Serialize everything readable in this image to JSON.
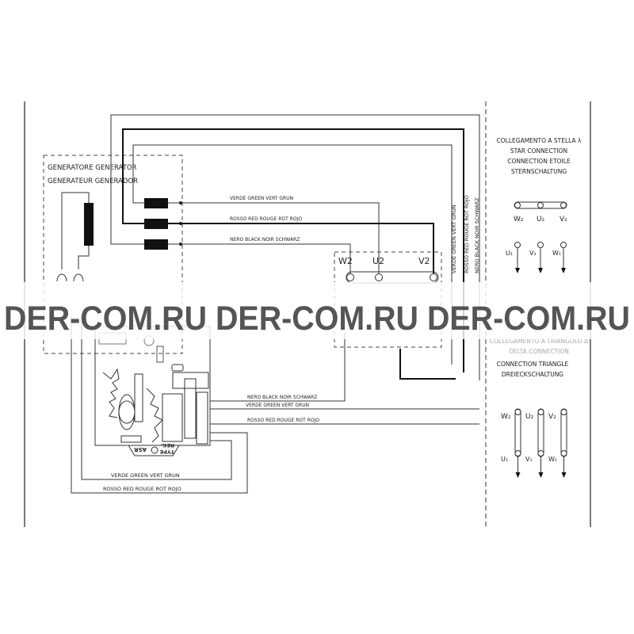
{
  "generator": {
    "label_line1": "GENERATORE GENERATOR",
    "label_line2": "GENERATEUR GENERADOR"
  },
  "wires": {
    "green": "VERDE GREEN VERT GRUN",
    "red": "ROSSO RED ROUGE ROT ROJO",
    "black": "NERO BLACK NOIR SCHWARZ"
  },
  "terminals": {
    "w2": "W2",
    "u2": "U2",
    "v2": "V2"
  },
  "avr": {
    "asr": "ASR",
    "reg_type_line1": "REG.",
    "reg_type_line2": "TYPE"
  },
  "star": {
    "title": [
      "COLLEGAMENTO A STELLA λ",
      "STAR CONNECTION",
      "CONNECTION ETOILE",
      "STERNSCHALTUNG"
    ],
    "top_labels": [
      "W₂",
      "U₂",
      "V₂"
    ],
    "bottom_labels": [
      "U₁",
      "V₁",
      "W₁"
    ]
  },
  "delta": {
    "title": [
      "COLLEGAMENTO A TRIANGOLO Δ",
      "DELTA CONNECTION",
      "CONNECTION TRIANGLE",
      "DREIECKSCHALTUNG"
    ],
    "top_labels": [
      "W₂",
      "U₂",
      "V₂"
    ],
    "bottom_labels": [
      "U₁",
      "V₁",
      "W₁"
    ]
  },
  "watermark": "DER-COM.RU DER-COM.RU DER-COM.RU"
}
